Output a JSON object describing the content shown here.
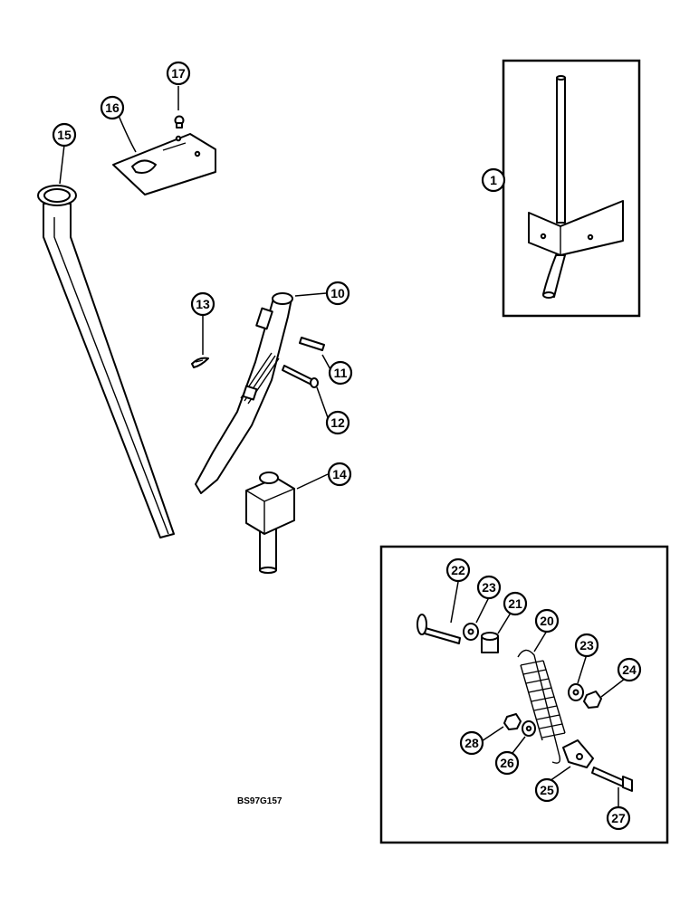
{
  "figure_code": "BS97G157",
  "callouts": [
    {
      "id": "c1",
      "label": "1"
    },
    {
      "id": "c10",
      "label": "10"
    },
    {
      "id": "c11",
      "label": "11"
    },
    {
      "id": "c12",
      "label": "12"
    },
    {
      "id": "c13",
      "label": "13"
    },
    {
      "id": "c14",
      "label": "14"
    },
    {
      "id": "c15",
      "label": "15"
    },
    {
      "id": "c16",
      "label": "16"
    },
    {
      "id": "c17",
      "label": "17"
    },
    {
      "id": "c20",
      "label": "20"
    },
    {
      "id": "c21",
      "label": "21"
    },
    {
      "id": "c22",
      "label": "22"
    },
    {
      "id": "c23a",
      "label": "23"
    },
    {
      "id": "c23b",
      "label": "23"
    },
    {
      "id": "c24",
      "label": "24"
    },
    {
      "id": "c25",
      "label": "25"
    },
    {
      "id": "c26",
      "label": "26"
    },
    {
      "id": "c27",
      "label": "27"
    },
    {
      "id": "c28",
      "label": "28"
    }
  ]
}
